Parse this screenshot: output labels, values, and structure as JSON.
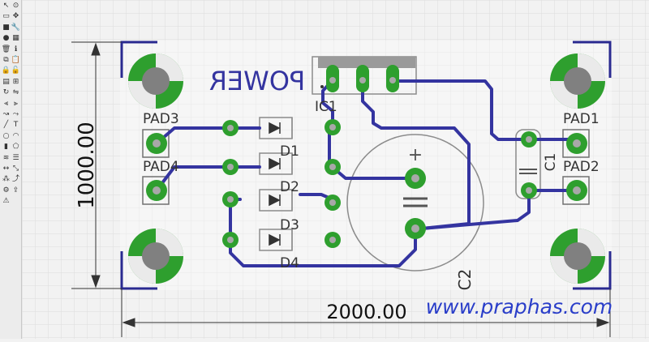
{
  "toolbar": {
    "tools": [
      {
        "name": "arrow-tool-icon",
        "glyph": "↖"
      },
      {
        "name": "zoom-tool-icon",
        "glyph": "⊙"
      },
      {
        "name": "select-tool-icon",
        "glyph": "▭"
      },
      {
        "name": "move-tool-icon",
        "glyph": "✥"
      },
      {
        "name": "rectangle-tool-icon",
        "glyph": "■"
      },
      {
        "name": "wrench-tool-icon",
        "glyph": "🔧"
      },
      {
        "name": "highlight-tool-icon",
        "glyph": "●"
      },
      {
        "name": "grid-tool-icon",
        "glyph": "▦"
      },
      {
        "name": "delete-tool-icon",
        "glyph": "🗑"
      },
      {
        "name": "info-tool-icon",
        "glyph": "ℹ"
      },
      {
        "name": "copy-tool-icon",
        "glyph": "⧉"
      },
      {
        "name": "paste-tool-icon",
        "glyph": "📋"
      },
      {
        "name": "lock-tool-icon",
        "glyph": "🔒"
      },
      {
        "name": "unlock-tool-icon",
        "glyph": "🔓"
      },
      {
        "name": "layer-tool-icon",
        "glyph": "▤"
      },
      {
        "name": "group-tool-icon",
        "glyph": "⊞"
      },
      {
        "name": "rotate-tool-icon",
        "glyph": "↻"
      },
      {
        "name": "mirror-tool-icon",
        "glyph": "⇋"
      },
      {
        "name": "align-tool-icon",
        "glyph": "⫷"
      },
      {
        "name": "distribute-tool-icon",
        "glyph": "⫸"
      },
      {
        "name": "wire-tool-icon",
        "glyph": "↝"
      },
      {
        "name": "route-tool-icon",
        "glyph": "⤳"
      },
      {
        "name": "line-tool-icon",
        "glyph": "╱"
      },
      {
        "name": "text-tool-icon",
        "glyph": "T"
      },
      {
        "name": "circle-tool-icon",
        "glyph": "○"
      },
      {
        "name": "arc-tool-icon",
        "glyph": "◠"
      },
      {
        "name": "fill-tool-icon",
        "glyph": "▮"
      },
      {
        "name": "polygon-tool-icon",
        "glyph": "⬠"
      },
      {
        "name": "layers-stack-icon",
        "glyph": "≋"
      },
      {
        "name": "stack-tool-icon",
        "glyph": "☰"
      },
      {
        "name": "dimension-tool-icon",
        "glyph": "↔"
      },
      {
        "name": "measure-tool-icon",
        "glyph": "⤡"
      },
      {
        "name": "ratsnest-tool-icon",
        "glyph": "⁂"
      },
      {
        "name": "autoroute-tool-icon",
        "glyph": "⤴"
      },
      {
        "name": "drc-tool-icon",
        "glyph": "⚙"
      },
      {
        "name": "export-tool-icon",
        "glyph": "⇪"
      },
      {
        "name": "warning-icon",
        "glyph": "⚠"
      }
    ]
  },
  "board": {
    "text_label": "POWER",
    "dimension_width": "2000.00",
    "dimension_height": "1000.00",
    "watermark": "www.praphas.com",
    "colors": {
      "trace": "#3434a0",
      "copper_ring": "#2e9f2e",
      "copper_center": "#808080",
      "outline": "#2a2a90",
      "silkscreen": "#5a5a5a",
      "watermark": "#2a3ec9"
    }
  },
  "components": {
    "pad1": "PAD1",
    "pad2": "PAD2",
    "pad3": "PAD3",
    "pad4": "PAD4",
    "ic1": "IC1",
    "c1": "C1",
    "c2": "C2",
    "c2_polarity": "+",
    "d1": "D1",
    "d2": "D2",
    "d3": "D3",
    "d4": "D4"
  }
}
